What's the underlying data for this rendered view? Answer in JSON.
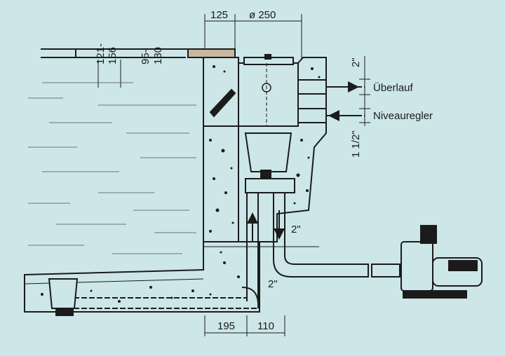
{
  "colors": {
    "background": "#cde6e8",
    "line": "#1b1b1b",
    "concrete": "#cde6e8",
    "wood": "#c8b7a0"
  },
  "labels": {
    "overflow": "Überlauf",
    "level_regulator": "Niveauregler"
  },
  "dimensions": {
    "top_width_left": "125",
    "top_diameter": "ø 250",
    "height_outer_a": "121-",
    "height_outer_b": "156",
    "height_inner_a": "95-",
    "height_inner_b": "130",
    "pipe_overflow": "2\"",
    "pipe_level": "1 1/2\"",
    "pipe_suction": "2\"",
    "pipe_bottom": "2\"",
    "bottom_width_left": "195",
    "bottom_width_right": "110"
  },
  "icons": [
    "pump-motor-icon",
    "skimmer-flap-icon",
    "floor-drain-icon"
  ]
}
